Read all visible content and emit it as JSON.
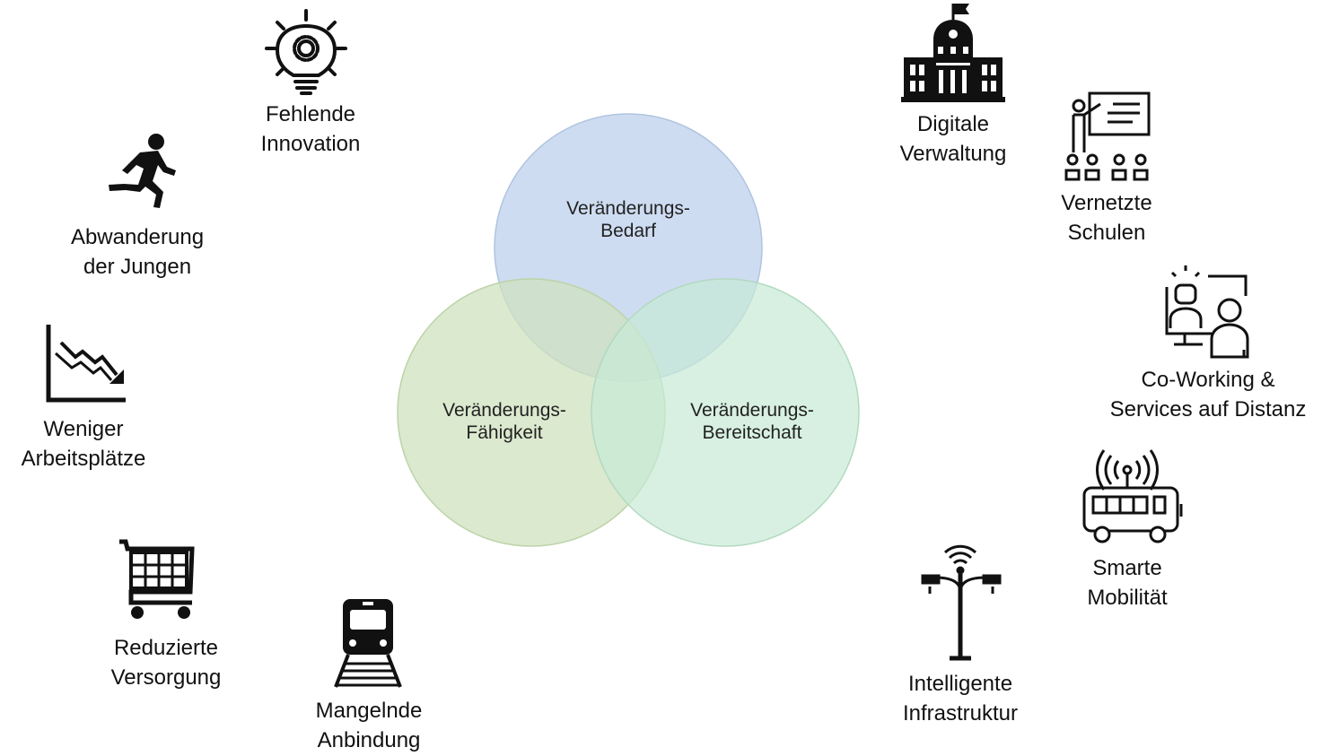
{
  "venn": {
    "circles": [
      {
        "id": "bedarf",
        "line1": "Veränderungs-",
        "line2": "Bedarf",
        "fill": "#c5d6ee",
        "stroke": "#b0c4df"
      },
      {
        "id": "faehigkeit",
        "line1": "Veränderungs-",
        "line2": "Fähigkeit",
        "fill": "#cfe2bf",
        "stroke": "#bcd3a8"
      },
      {
        "id": "bereitschaft",
        "line1": "Veränderungs-",
        "line2": "Bereitschaft",
        "fill": "#c8e9d5",
        "stroke": "#b2d9c0"
      }
    ]
  },
  "problems": [
    {
      "icon": "lightbulb-gear-icon",
      "line1": "Fehlende",
      "line2": "Innovation"
    },
    {
      "icon": "running-person-icon",
      "line1": "Abwanderung",
      "line2": "der Jungen"
    },
    {
      "icon": "declining-chart-icon",
      "line1": "Weniger",
      "line2": "Arbeitsplätze"
    },
    {
      "icon": "shopping-cart-icon",
      "line1": "Reduzierte",
      "line2": "Versorgung"
    },
    {
      "icon": "train-icon",
      "line1": "Mangelnde",
      "line2": "Anbindung"
    }
  ],
  "solutions": [
    {
      "icon": "town-hall-icon",
      "line1": "Digitale",
      "line2": "Verwaltung"
    },
    {
      "icon": "classroom-presentation-icon",
      "line1": "Vernetzte",
      "line2": "Schulen"
    },
    {
      "icon": "remote-meeting-icon",
      "line1": "Co-Working &",
      "line2": "Services auf Distanz"
    },
    {
      "icon": "connected-bus-icon",
      "line1": "Smarte",
      "line2": "Mobilität"
    },
    {
      "icon": "smart-streetlight-icon",
      "line1": "Intelligente",
      "line2": "Infrastruktur"
    }
  ]
}
